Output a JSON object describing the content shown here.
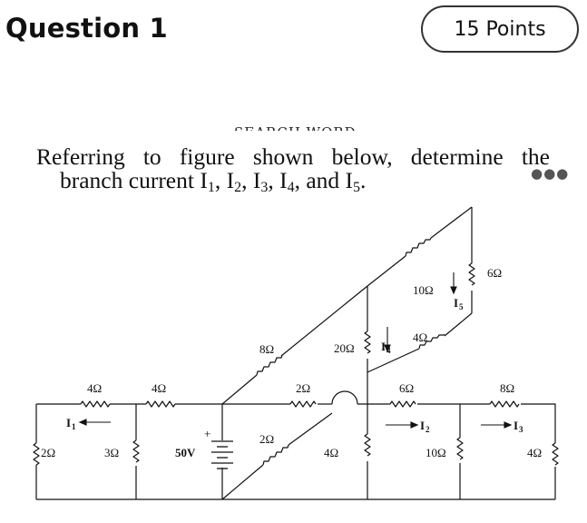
{
  "header": {
    "question_title": "Question 1",
    "points_label": "15 Points",
    "cut_off_text": "SEARCH WORD"
  },
  "problem": {
    "line1": "Referring to figure shown below, determine the",
    "line2_prefix": "branch current I",
    "currents": [
      "1",
      "2",
      "3",
      "4",
      "5"
    ],
    "more_icon": "ellipsis-icon"
  },
  "circuit": {
    "resistors": {
      "r_2_left": "2Ω",
      "r_4_top_left": "4Ω",
      "r_3": "3Ω",
      "r_4_top_mid": "4Ω",
      "r_8_diag": "8Ω",
      "r_2_mid": "2Ω",
      "r_2_lower_diag": "2Ω",
      "r_20": "20Ω",
      "r_10_upper": "10Ω",
      "r_6_right": "6Ω",
      "r_4_diag_right": "4Ω",
      "r_6_mid": "6Ω",
      "r_8_right": "8Ω",
      "r_4_lower_mid": "4Ω",
      "r_10_lower": "10Ω",
      "r_4_far_right": "4Ω"
    },
    "source": {
      "label": "50V",
      "plus": "+"
    },
    "currents": {
      "i1": {
        "main": "I",
        "sub": "1"
      },
      "i2": {
        "main": "I",
        "sub": "2"
      },
      "i3": {
        "main": "I",
        "sub": "3"
      },
      "i4": {
        "main": "I",
        "sub": "4"
      },
      "i5": {
        "main": "I",
        "sub": "5"
      }
    }
  }
}
